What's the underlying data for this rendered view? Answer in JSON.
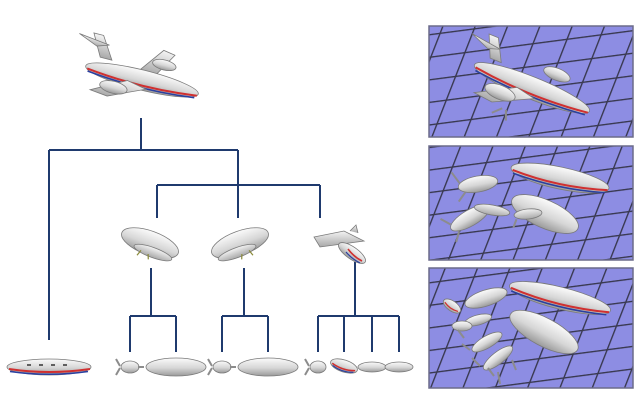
{
  "diagram": {
    "kind": "hierarchical part decomposition",
    "root": {
      "name": "airplane",
      "children": [
        {
          "name": "fuselage",
          "children": []
        },
        {
          "name": "left-wing-assembly",
          "children": [
            "left-engine-prop",
            "left-wing"
          ]
        },
        {
          "name": "right-wing-assembly",
          "children": [
            "right-engine-prop",
            "right-wing"
          ]
        },
        {
          "name": "tail-fuselage-assembly",
          "children": [
            "front-prop",
            "fuselage-mid",
            "fin-1",
            "fin-2"
          ]
        }
      ]
    },
    "panels": [
      {
        "name": "panel-assembled-view"
      },
      {
        "name": "panel-exploded-level-1"
      },
      {
        "name": "panel-exploded-level-2"
      }
    ]
  },
  "colors": {
    "tree_lines": "#1f3a6e",
    "panel_bg": "#8d8de3",
    "grid_lines": "#3a3a52",
    "panel_border": "#6b6b8a",
    "stripe_red": "#d03030",
    "stripe_blue": "#2a3fa0",
    "part_fill": "#e4e4e4"
  }
}
